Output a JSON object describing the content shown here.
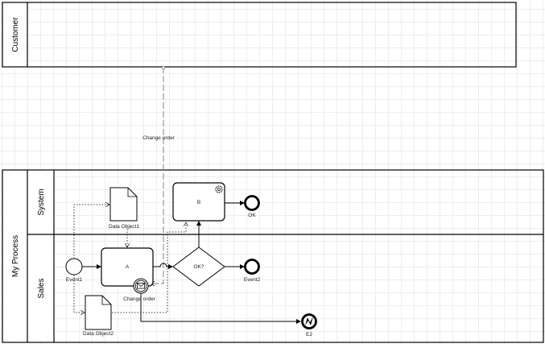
{
  "pools": {
    "customer": {
      "label": "Customer"
    },
    "process": {
      "label": "My Process",
      "lanes": [
        {
          "label": "System"
        },
        {
          "label": "Sales"
        }
      ]
    }
  },
  "elements": {
    "event1": "Event1",
    "task_a": "A",
    "task_b": "B",
    "gateway": "OK?",
    "end_ok": "OK",
    "end_event2": "Event2",
    "error_end": "E2",
    "boundary_message": "Change order",
    "data_object1": "Data Object1",
    "data_object2": "Data Object2"
  },
  "flows": {
    "message_flow": "Change order"
  },
  "colors": {
    "grid": "#dcdcdc",
    "stroke": "#000000"
  }
}
